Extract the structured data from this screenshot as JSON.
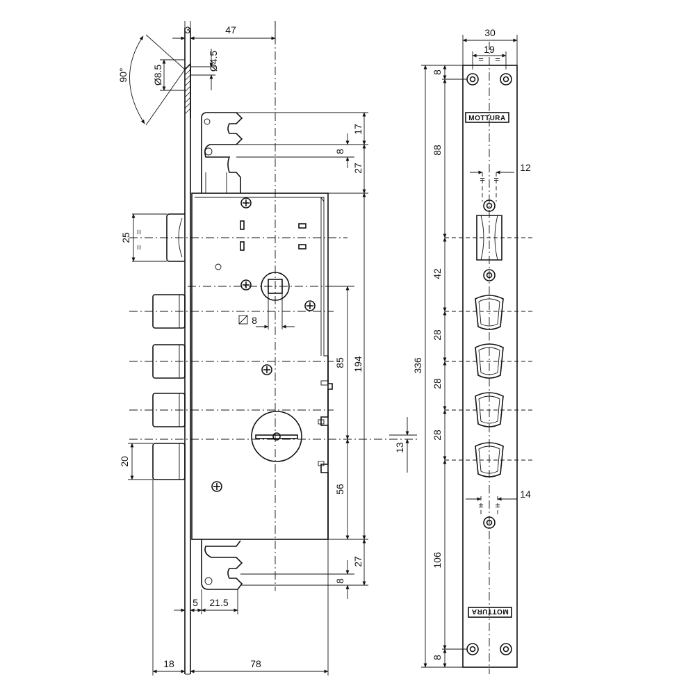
{
  "brand": {
    "top_label": "MOTTURA",
    "bottom_label": "MOTTURA"
  },
  "dimensions": {
    "top_3": "3",
    "top_47": "47",
    "dia_8_5": "Ø8.5",
    "dia_4_5": "Ø4.5",
    "angle_90": "90°",
    "right_17": "17",
    "right_8_top": "8",
    "right_27_top": "27",
    "left_25": "25",
    "square_8": "8",
    "v_85": "85",
    "v_194": "194",
    "v_56": "56",
    "v_13": "13",
    "left_20": "20",
    "right_27_bottom": "27",
    "right_8_bottom": "8",
    "bottom_5": "5",
    "bottom_21_5": "21.5",
    "bottom_18": "18",
    "bottom_78": "78",
    "plate_30": "30",
    "plate_19": "19",
    "plate_12": "12",
    "plate_14": "14",
    "chain_8_top": "8",
    "chain_88": "88",
    "chain_42": "42",
    "chain_28_a": "28",
    "chain_28_b": "28",
    "chain_28_c": "28",
    "chain_106": "106",
    "chain_8_bottom": "8",
    "total_336": "336"
  }
}
